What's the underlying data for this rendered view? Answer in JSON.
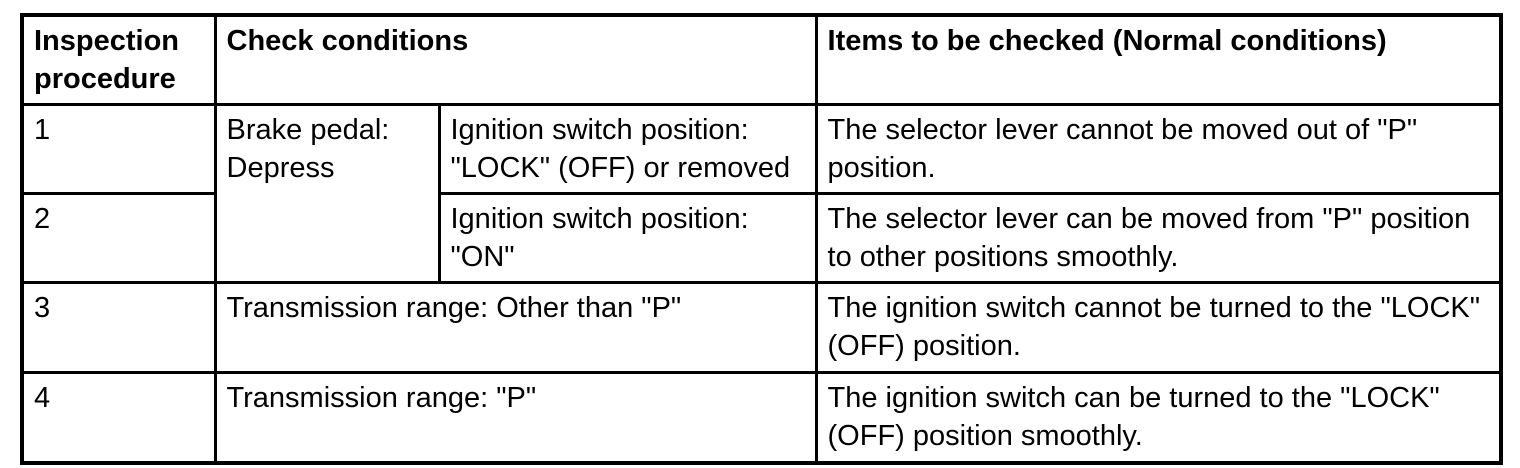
{
  "table": {
    "header": {
      "inspection_procedure": "Inspection procedure",
      "check_conditions": "Check conditions",
      "items_to_be_checked": "Items to be checked (Normal conditions)"
    },
    "rows": [
      {
        "procedure": "1",
        "check_condition_main": "Brake pedal: Depress",
        "check_condition_sub": "Ignition switch position: \"LOCK\" (OFF) or removed",
        "normal_condition": "The selector lever cannot be moved out of \"P\" position."
      },
      {
        "procedure": "2",
        "check_condition_sub": "Ignition switch position: \"ON\"",
        "normal_condition": "The selector lever can be moved from \"P\" position to other positions smoothly."
      },
      {
        "procedure": "3",
        "check_condition": "Transmission range: Other than \"P\"",
        "normal_condition": "The ignition switch cannot be turned to the \"LOCK\" (OFF) position."
      },
      {
        "procedure": "4",
        "check_condition": "Transmission range: \"P\"",
        "normal_condition": "The ignition switch can be turned to the \"LOCK\" (OFF) position smoothly."
      }
    ]
  },
  "colors": {
    "border": "#000000",
    "text": "#000000",
    "background": "#ffffff"
  }
}
